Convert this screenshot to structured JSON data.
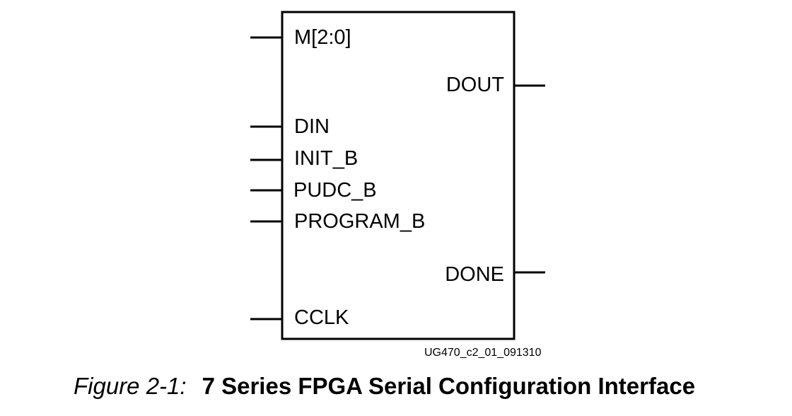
{
  "diagram": {
    "input_pins": [
      "M[2:0]",
      "DIN",
      "INIT_B",
      "PUDC_B",
      "PROGRAM_B",
      "CCLK"
    ],
    "output_pins": [
      "DOUT",
      "DONE"
    ],
    "figure_id": "UG470_c2_01_091310"
  },
  "caption": {
    "number": "Figure 2-1:",
    "title": "7 Series FPGA Serial Configuration Interface"
  }
}
